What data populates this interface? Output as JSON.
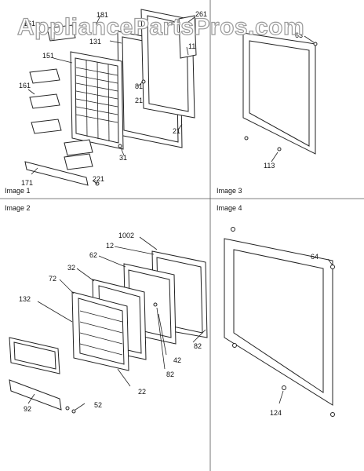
{
  "watermark": "AppliancePartsPros.com",
  "panels": {
    "image1": {
      "caption": "Image 1",
      "callouts": [
        "161",
        "181",
        "131",
        "261",
        "11",
        "151",
        "81",
        "21",
        "161",
        "21",
        "31",
        "171",
        "221"
      ]
    },
    "image2": {
      "caption": "Image 2",
      "callouts": [
        "1002",
        "12",
        "62",
        "32",
        "72",
        "132",
        "42",
        "82",
        "82",
        "22",
        "92",
        "52"
      ]
    },
    "image3": {
      "caption": "Image 3",
      "callouts": [
        "63",
        "113"
      ]
    },
    "image4": {
      "caption": "Image 4",
      "callouts": [
        "64",
        "124"
      ]
    }
  },
  "colors": {
    "line": "#222222",
    "divider": "#555555",
    "watermark_stroke": "#9a9a9a"
  }
}
